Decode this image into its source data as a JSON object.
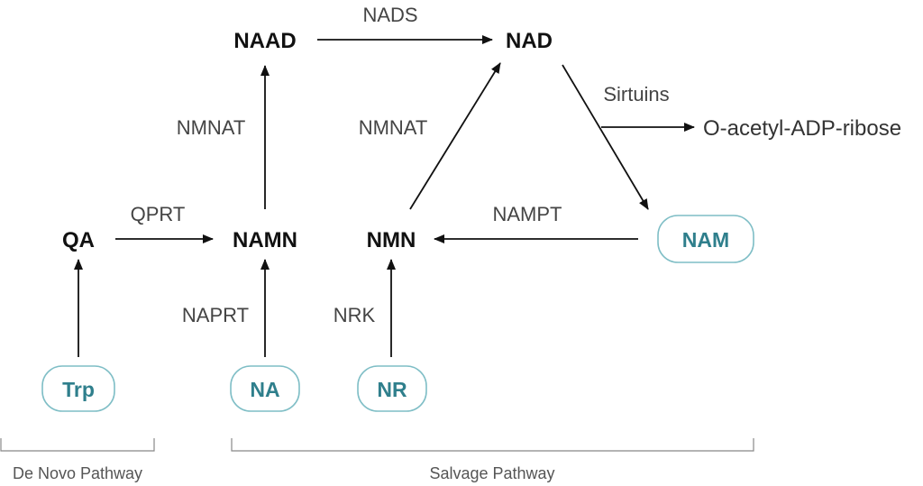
{
  "nodes": {
    "naad": "NAAD",
    "nad": "NAD",
    "qa": "QA",
    "namn": "NAMN",
    "nmn": "NMN",
    "nam": "NAM",
    "trp": "Trp",
    "na": "NA",
    "nr": "NR"
  },
  "enzymes": {
    "nads": "NADS",
    "nmnat_left": "NMNAT",
    "nmnat_right": "NMNAT",
    "sirtuins": "Sirtuins",
    "qprt": "QPRT",
    "nampt": "NAMPT",
    "naprt": "NAPRT",
    "nrk": "NRK"
  },
  "products": {
    "o_acetyl_adp_ribose": "O-acetyl-ADP-ribose"
  },
  "pathways": {
    "de_novo": "De Novo Pathway",
    "salvage": "Salvage Pathway"
  },
  "colors": {
    "pill_text": "#2f7f8c",
    "pill_border": "#7fbec6",
    "arrow": "#111111"
  }
}
